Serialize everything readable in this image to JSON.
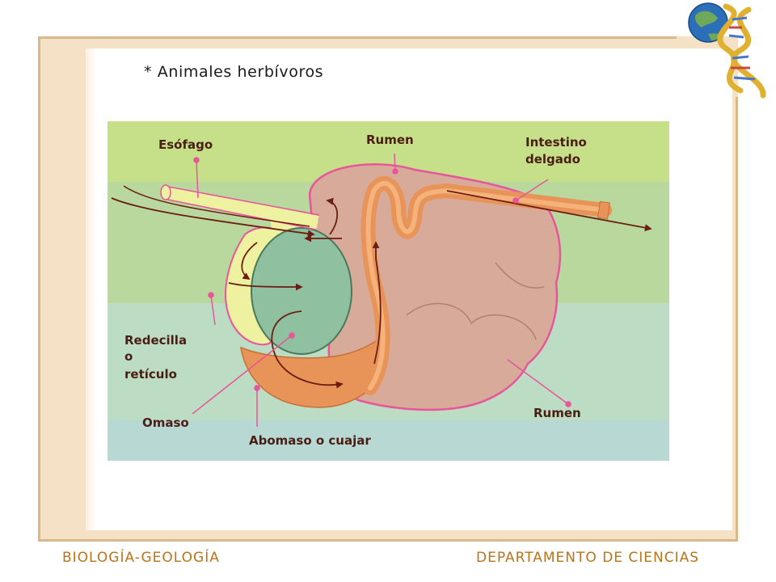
{
  "slide": {
    "subtitle": "* Animales herbívoros"
  },
  "diagram": {
    "labels": {
      "esofago": "Esófago",
      "rumen_top": "Rumen",
      "intestino_1": "Intestino",
      "intestino_2": "delgado",
      "redecilla_1": "Redecilla",
      "redecilla_2": "o",
      "redecilla_3": "retículo",
      "omaso": "Omaso",
      "abomaso": "Abomaso o cuajar",
      "rumen_bottom": "Rumen"
    },
    "colors": {
      "band_top": "#c6e08a",
      "band_mid1": "#b8d89e",
      "band_mid2": "#bcdcc4",
      "band_bottom": "#b8d8d4",
      "rumen": "#d8aa9a",
      "rumen_outline": "#e8559a",
      "reticulum": "#eef2a0",
      "omasum": "#8fc0a0",
      "abomasum": "#e89458",
      "arrow": "#6b1d12",
      "label": "#4a1e14"
    }
  },
  "footer": {
    "left": "BIOLOGÍA-GEOLOGÍA",
    "right": "DEPARTAMENTO DE CIENCIAS"
  },
  "logo": {
    "icon": "globe-dna-icon"
  }
}
